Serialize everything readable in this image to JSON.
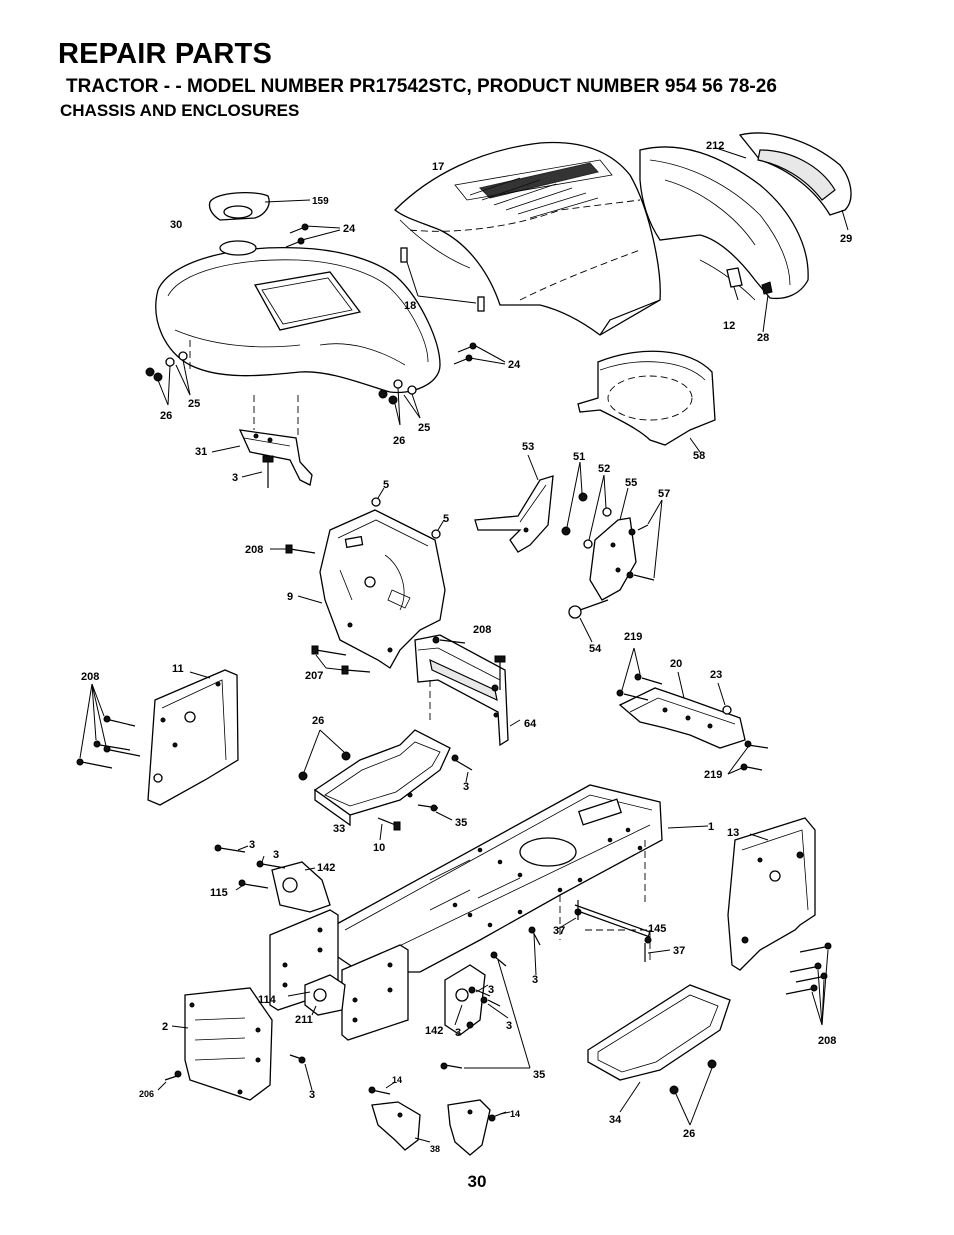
{
  "header": {
    "title": "REPAIR PARTS",
    "subtitle": "TRACTOR - - MODEL NUMBER PR17542STC, PRODUCT NUMBER 954 56 78-26",
    "section": "CHASSIS AND ENCLOSURES"
  },
  "page_number": "30",
  "callouts": {
    "c212": "212",
    "c17": "17",
    "c159": "159",
    "c30": "30",
    "c24a": "24",
    "c29": "29",
    "c18": "18",
    "c12": "12",
    "c28": "28",
    "c24b": "24",
    "c26a": "26",
    "c25a": "25",
    "c26b": "26",
    "c25b": "25",
    "c58": "58",
    "c53": "53",
    "c51": "51",
    "c52": "52",
    "c55": "55",
    "c57": "57",
    "c31": "31",
    "c3a": "3",
    "c5a": "5",
    "c5b": "5",
    "c208a": "208",
    "c9": "9",
    "c208b": "208",
    "c54": "54",
    "c219a": "219",
    "c20": "20",
    "c23": "23",
    "c11": "11",
    "c208c": "208",
    "c207": "207",
    "c64": "64",
    "c26c": "26",
    "c219b": "219",
    "c3b": "3",
    "c35a": "35",
    "c33": "33",
    "c10": "10",
    "c1": "1",
    "c13": "13",
    "c3c": "3",
    "c3d": "3",
    "c142a": "142",
    "c115": "115",
    "c37a": "37",
    "c145": "145",
    "c37b": "37",
    "c3e": "3",
    "c3f": "3",
    "c114": "114",
    "c211": "211",
    "c3g": "3",
    "c2": "2",
    "c142b": "142",
    "c3h": "3",
    "c208d": "208",
    "c35b": "35",
    "c3i": "3",
    "c206": "206",
    "c14a": "14",
    "c14b": "14",
    "c34": "34",
    "c26d": "26",
    "c38": "38"
  }
}
